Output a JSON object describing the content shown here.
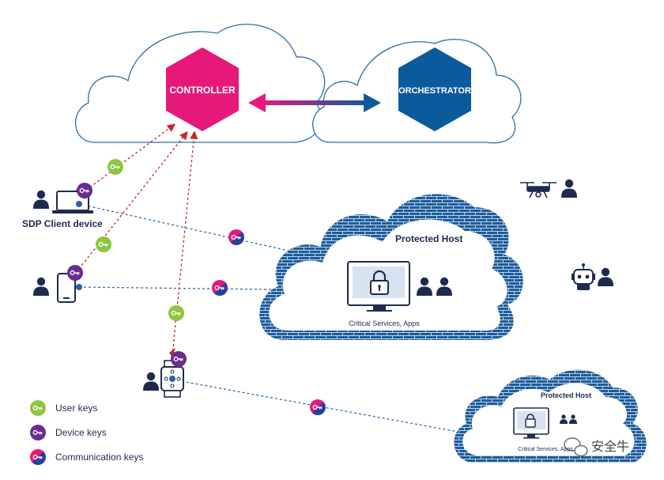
{
  "nodes": {
    "controller": "CONTROLLER",
    "orchestrator": "ORCHESTRATOR",
    "client_device": "SDP Client device",
    "protected_host_main": "Protected Host",
    "protected_host_main_caption": "Critical Services, Apps",
    "protected_host_small": "Protected Host",
    "protected_host_small_caption": "Critical Services, Apps"
  },
  "legend": [
    {
      "label": "User keys",
      "color": "#8dc63f",
      "dot": "user"
    },
    {
      "label": "Device keys",
      "color": "#6b2c91",
      "dot": "device"
    },
    {
      "label": "Communication keys",
      "color": "#6b2c91",
      "dot": "comm"
    }
  ],
  "watermark": "安全牛",
  "colors": {
    "controller": "#e6197a",
    "orchestrator": "#0a5a9c",
    "user_key": "#8dc63f",
    "device_key": "#6b2c91",
    "comm_key_a": "#e6197a",
    "comm_key_b": "#2a3f99",
    "navy": "#1d2b4f",
    "cloud_outline": "#2e6ea5",
    "brick": "#1f5c9a",
    "dashed_red": "#c0282d",
    "dashed_blue": "#2f6ea8"
  },
  "icons": {
    "person": "person-icon",
    "laptop": "laptop-icon",
    "phone": "phone-icon",
    "watch": "smartwatch-icon",
    "drone": "drone-icon",
    "robot": "robot-icon",
    "monitor_lock": "monitor-lock-icon",
    "key": "key-icon",
    "wechat": "wechat-icon"
  }
}
